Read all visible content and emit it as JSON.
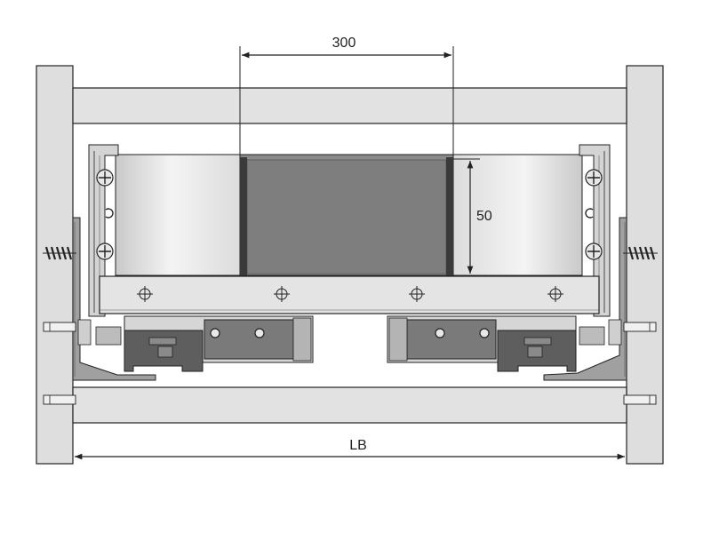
{
  "dimensions": {
    "top_width": "300",
    "height": "50",
    "bottom_width": "LB"
  },
  "colors": {
    "line": "#222222",
    "cabinet_fill": "#dedede",
    "rail_fill": "#e6e6e6",
    "front_panel": "#808080",
    "side_panel_light": "#f2f2f2",
    "side_panel_dark": "#c4c4c4",
    "runner_body": "#7a7a7a",
    "runner_dark": "#5a5a5a",
    "bracket": "#9a9a9a"
  }
}
